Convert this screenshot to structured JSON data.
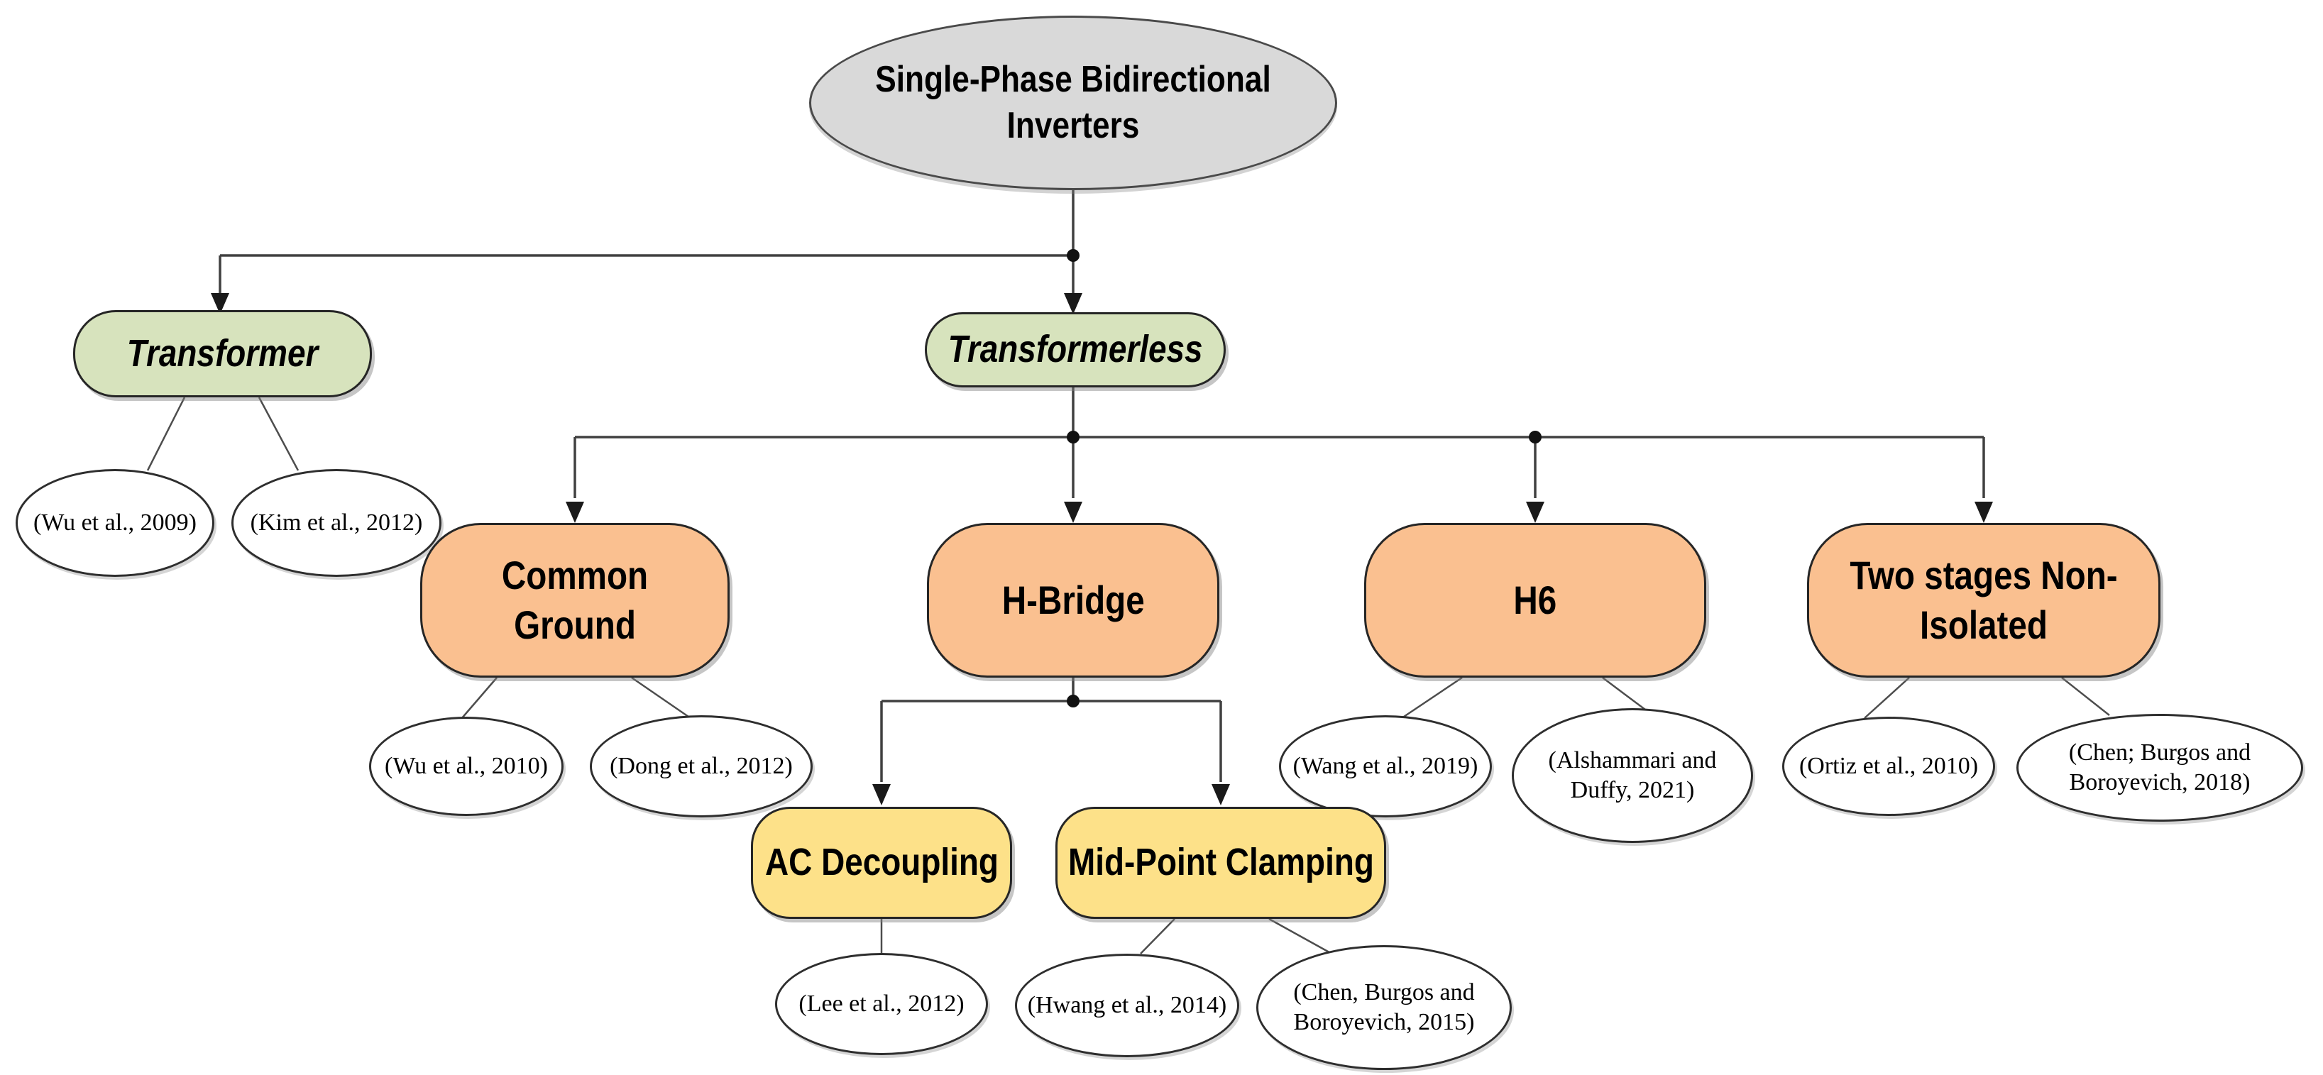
{
  "figure": {
    "title": "Single-Phase Bidirectional Inverters taxonomy tree"
  },
  "root": {
    "label_line1": "Single-Phase Bidirectional",
    "label_line2": "Inverters"
  },
  "level1": {
    "transformer": {
      "label": "Transformer"
    },
    "transformerless": {
      "label": "Transformerless"
    }
  },
  "level2": {
    "common_ground": {
      "label": "Common Ground"
    },
    "h_bridge": {
      "label": "H-Bridge"
    },
    "h6": {
      "label": "H6"
    },
    "two_stages": {
      "label": "Two stages Non-Isolated"
    }
  },
  "level3": {
    "ac_decoupling": {
      "label": "AC Decoupling"
    },
    "mid_point_clamping": {
      "label": "Mid-Point Clamping"
    }
  },
  "citations": {
    "wu2009": "(Wu et al., 2009)",
    "kim2012": "(Kim et al., 2012)",
    "wu2010": "(Wu et al., 2010)",
    "dong2012": "(Dong et al., 2012)",
    "wang2019": "(Wang et al., 2019)",
    "alshammari2021": "(Alshammari and Duffy, 2021)",
    "ortiz2010": "(Ortiz et al., 2010)",
    "chen2018": "(Chen; Burgos and Boroyevich, 2018)",
    "lee2012": "(Lee et al., 2012)",
    "hwang2014": "(Hwang et al., 2014)",
    "chen2015": "(Chen, Burgos and Boroyevich, 2015)"
  },
  "colors": {
    "gray_fill": "#d9d9d9",
    "green_fill": "#d7e3bd",
    "orange_fill": "#fac090",
    "yellow_fill": "#fde189",
    "white_fill": "#ffffff",
    "line": "#404040"
  }
}
